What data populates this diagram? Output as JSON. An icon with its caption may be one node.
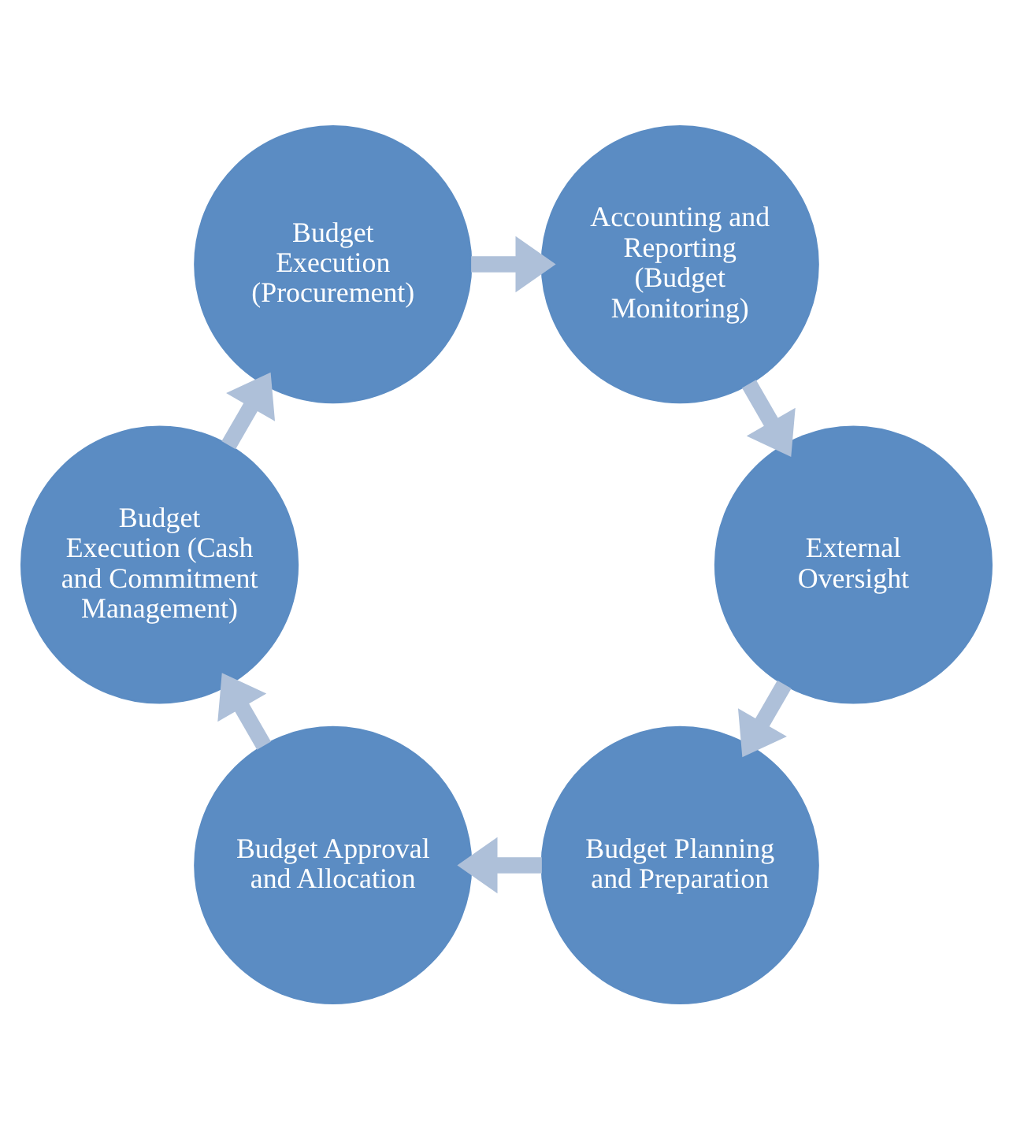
{
  "diagram": {
    "nodes": [
      {
        "text": [
          "Budget Planning and Preparation"
        ]
      },
      {
        "text": [
          "Budget Approval and Allocation"
        ]
      },
      {
        "text": [
          "Budget Execution (Cash and Commitment Management)"
        ]
      },
      {
        "text": [
          "Budget Execution (Procurement)"
        ]
      },
      {
        "text": [
          "Accounting and Reporting (Budget Monitoring)"
        ]
      },
      {
        "text": [
          "External Oversight"
        ]
      }
    ],
    "edges": [
      {
        "from": 0,
        "to": 1,
        "arrow": "to"
      },
      {
        "from": 1,
        "to": 2,
        "arrow": "to"
      },
      {
        "from": 2,
        "to": 3,
        "arrow": "to"
      },
      {
        "from": 3,
        "to": 4,
        "arrow": "to"
      },
      {
        "from": 4,
        "to": 5,
        "arrow": "to"
      },
      {
        "from": 5,
        "to": 0,
        "arrow": "to"
      }
    ]
  }
}
